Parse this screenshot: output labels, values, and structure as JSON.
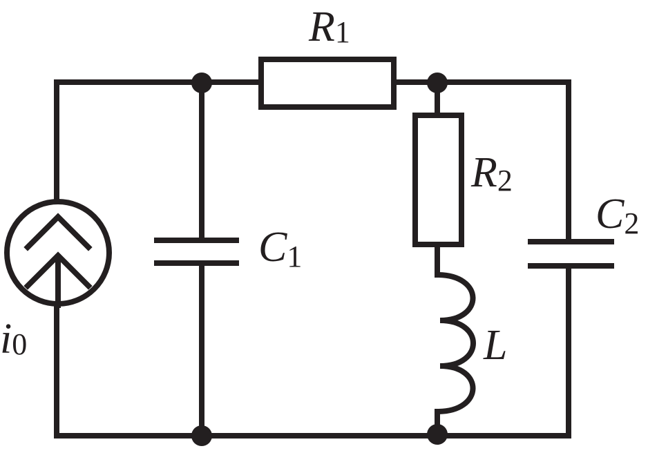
{
  "diagram": {
    "components": {
      "current_source": {
        "symbol": "i",
        "subscript": "0"
      },
      "capacitor_1": {
        "symbol": "C",
        "subscript": "1"
      },
      "resistor_1": {
        "symbol": "R",
        "subscript": "1"
      },
      "resistor_2": {
        "symbol": "R",
        "subscript": "2"
      },
      "inductor": {
        "symbol": "L",
        "subscript": ""
      },
      "capacitor_2": {
        "symbol": "C",
        "subscript": "2"
      }
    },
    "colors": {
      "ink": "#231f20",
      "background": "#ffffff"
    }
  }
}
